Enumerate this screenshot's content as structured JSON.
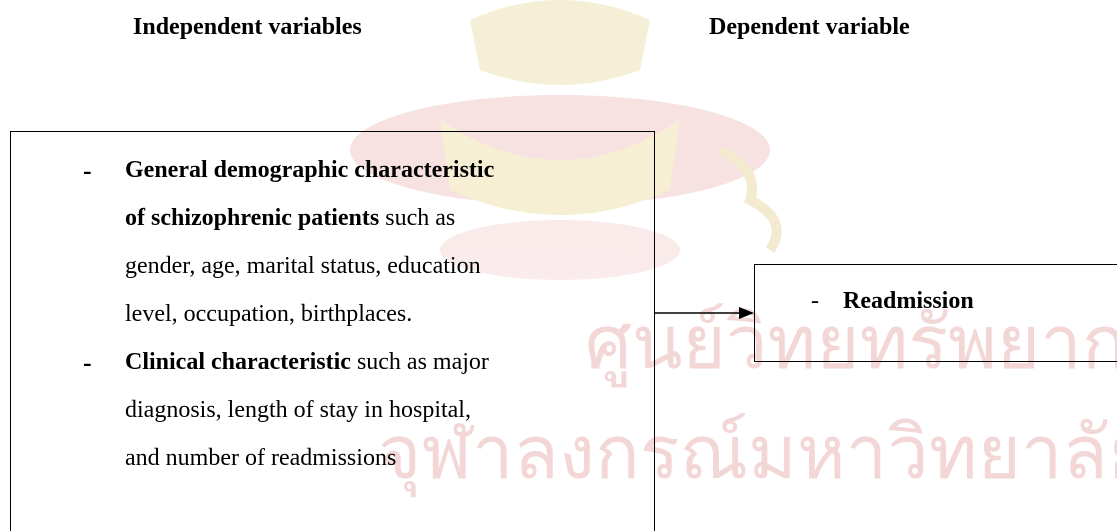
{
  "headings": {
    "independent": "Independent variables",
    "dependent": "Dependent variable"
  },
  "independent_box": {
    "item1": {
      "bullet": "-",
      "line1_bold": "General demographic characteristic",
      "line2_bold": "of schizophrenic patients",
      "line2_rest": " such as",
      "line3": "gender, age, marital status, education",
      "line4": "level, occupation, birthplaces."
    },
    "item2": {
      "bullet": "-",
      "line1_bold": "Clinical characteristic",
      "line1_rest": " such as major",
      "line2": "diagnosis, length of stay in hospital,",
      "line3": "and number of readmissions"
    }
  },
  "dependent_box": {
    "bullet": "-",
    "label": "Readmission"
  },
  "watermark": {
    "text_line1": "ศูนย์วิทยทรัพยากร",
    "text_line2": "จุฬาลงกรณ์มหาวิทยาลัย",
    "color": "#e8c0c0"
  }
}
